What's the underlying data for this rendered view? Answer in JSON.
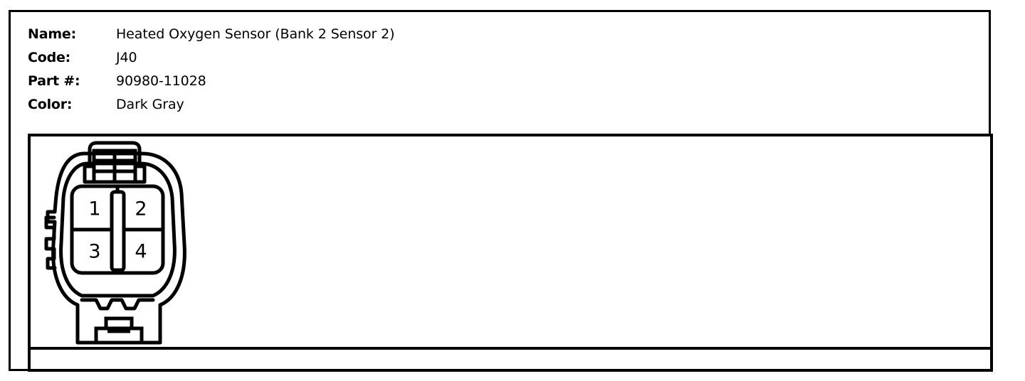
{
  "document": {
    "type": "connector-detail-sheet"
  },
  "info": {
    "rows": [
      {
        "label": "Name:",
        "value": "Heated Oxygen Sensor (Bank 2 Sensor 2)"
      },
      {
        "label": "Code:",
        "value": "J40"
      },
      {
        "label": "Part #:",
        "value": "90980-11028"
      },
      {
        "label": "Color:",
        "value": "Dark Gray"
      }
    ]
  },
  "connector": {
    "view": "terminal-face",
    "cavity_count": 4,
    "layout": "2x2-grid",
    "pins": [
      {
        "number": "1",
        "row": 1,
        "col": 1
      },
      {
        "number": "2",
        "row": 1,
        "col": 2
      },
      {
        "number": "3",
        "row": 2,
        "col": 1
      },
      {
        "number": "4",
        "row": 2,
        "col": 2
      }
    ],
    "features": {
      "top_latch": "ribbed-lock-tab",
      "bottom_tab": "keyed-retainer-tab",
      "left_edge": "serrated-grip-ribs",
      "center_divider": "vertical-key-rib"
    }
  },
  "style": {
    "line_color": "#000000",
    "background": "#ffffff"
  }
}
